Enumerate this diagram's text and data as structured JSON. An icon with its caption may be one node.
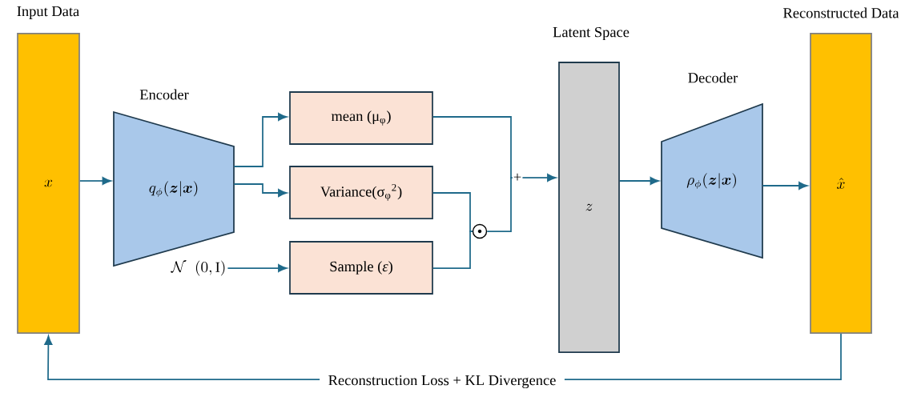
{
  "diagram": {
    "nodes": [
      {
        "text": [
          "Input Data",
          "x"
        ]
      },
      {
        "text": [
          "Encoder",
          "q_{\\phi}(\\boldsymbol{z}|\\boldsymbol{x})"
        ]
      },
      {
        "text": [
          "mean (μ$_{φ}$)"
        ]
      },
      {
        "text": [
          "Variance(σ$_{φ}$$^{2}$)"
        ]
      },
      {
        "text": [
          "Sample (*ε*)"
        ]
      },
      {
        "text": [
          "\\mathcal{N}\\;\\;(0,\\mathrm{I})"
        ]
      },
      {
        "text": [],
        "shape": "circle"
      },
      {
        "text": [
          "+"
        ]
      },
      {
        "text": [
          "Latent Space",
          "z"
        ]
      },
      {
        "text": [
          "Decoder",
          "\\rho_{\\phi}(\\boldsymbol{z}|\\boldsymbol{x})"
        ]
      },
      {
        "text": [
          "Reconstructed Data",
          "\\hat{x}"
        ]
      }
    ],
    "edges": [
      {
        "from": 0,
        "to": 1,
        "arrow": "to"
      },
      {
        "from": 1,
        "to": 2,
        "arrow": "to"
      },
      {
        "from": 1,
        "to": 3,
        "arrow": "to"
      },
      {
        "from": 5,
        "to": 4,
        "arrow": "to"
      },
      {
        "from": 3,
        "to": 6,
        "arrow": "none"
      },
      {
        "from": 4,
        "to": 6,
        "arrow": "none"
      },
      {
        "from": 2,
        "to": 7,
        "arrow": "none"
      },
      {
        "from": 6,
        "to": 7,
        "arrow": "none"
      },
      {
        "from": 7,
        "to": 8,
        "arrow": "to"
      },
      {
        "from": 8,
        "to": 9,
        "arrow": "to"
      },
      {
        "from": 9,
        "to": 10,
        "arrow": "to"
      },
      {
        "from": 10,
        "to": 0,
        "arrow": "to",
        "label": "Reconstruction Loss + KL Divergence"
      }
    ]
  }
}
